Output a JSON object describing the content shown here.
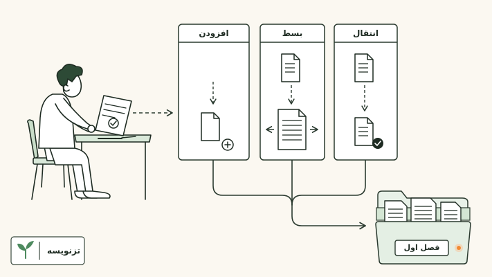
{
  "steps": [
    {
      "key": "add",
      "title": "افزودن"
    },
    {
      "key": "expand",
      "title": "بسط"
    },
    {
      "key": "transfer",
      "title": "انتقال"
    }
  ],
  "folder": {
    "label": "فصل اول"
  },
  "brand": {
    "name": "تزنویسه"
  },
  "colors": {
    "background": "#fbf8f1",
    "ink": "#1e2b22",
    "accent_green": "#4e8a5f",
    "panel_fill": "#ffffff",
    "highlight_dot": "#f28a32"
  }
}
